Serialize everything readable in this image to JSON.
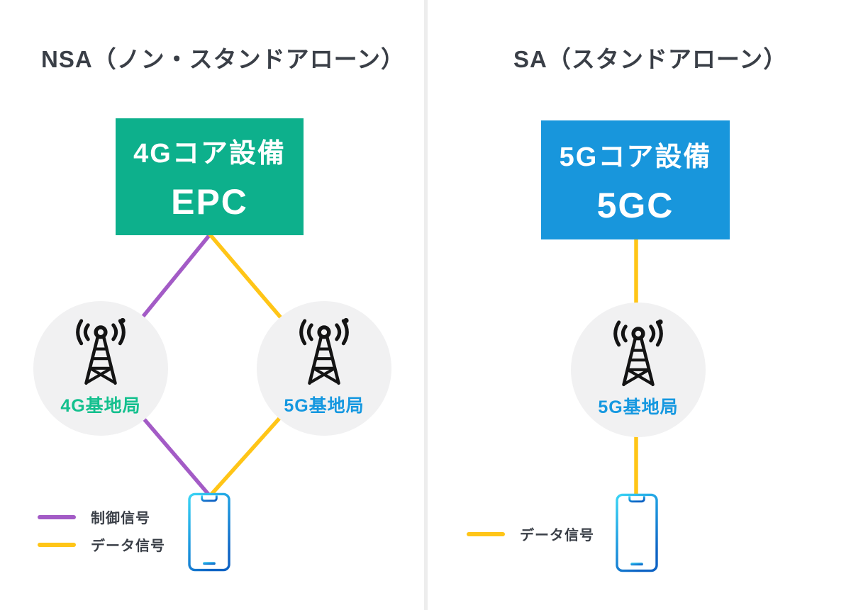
{
  "colors": {
    "background": "#FFFFFF",
    "divider": "#EDEDED",
    "title_text": "#3A3F47",
    "core_green": "#0DB08C",
    "core_blue": "#1896DC",
    "control_line": "#A35BC6",
    "data_line": "#FFC517",
    "station_circle": "#F1F1F2",
    "station_4g_label": "#14C08E",
    "station_5g_label": "#1598E0",
    "tower_icon": "#141414",
    "legend_text": "#3A3F47"
  },
  "left_panel": {
    "title": "NSA（ノン・スタンドアローン）",
    "core_box": {
      "line1": "4Gコア設備",
      "line2": "EPC"
    },
    "stations": [
      {
        "label": "4G基地局"
      },
      {
        "label": "5G基地局"
      }
    ],
    "legend": [
      {
        "label": "制御信号"
      },
      {
        "label": "データ信号"
      }
    ]
  },
  "right_panel": {
    "title": "SA（スタンドアローン）",
    "core_box": {
      "line1": "5Gコア設備",
      "line2": "5GC"
    },
    "stations": [
      {
        "label": "5G基地局"
      }
    ],
    "legend": [
      {
        "label": "データ信号"
      }
    ]
  },
  "icons": {
    "station": "antenna-tower",
    "device": "smartphone"
  }
}
